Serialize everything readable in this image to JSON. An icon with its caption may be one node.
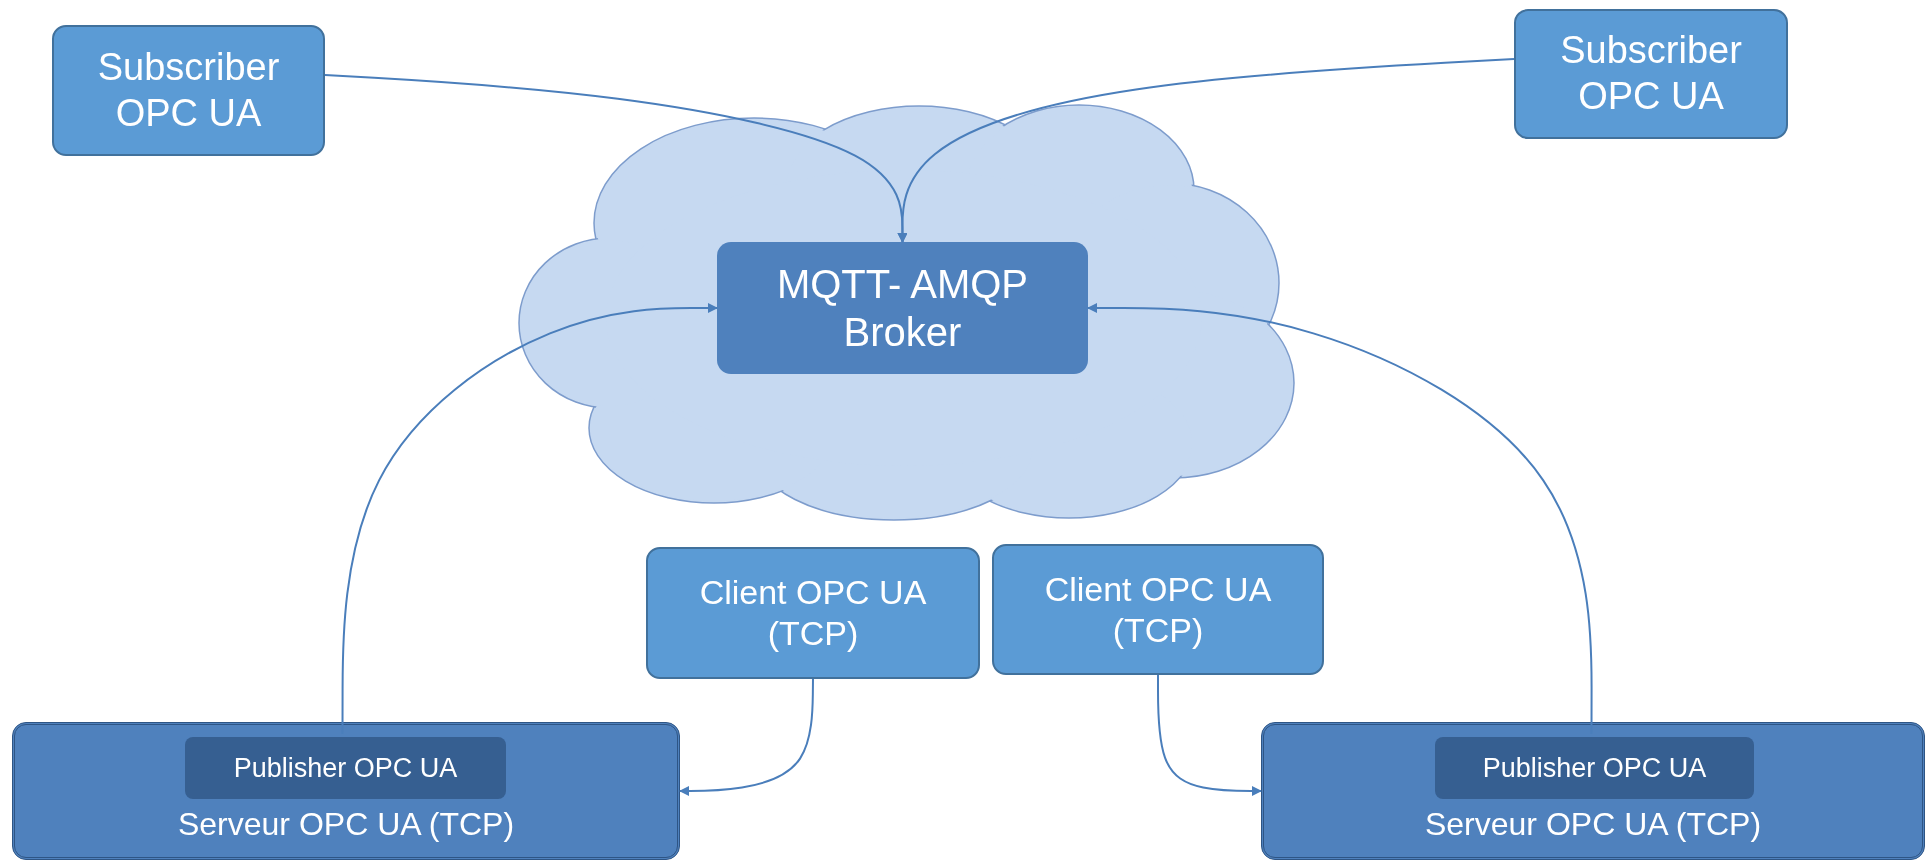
{
  "diagram": {
    "nodes": [
      {
        "text": [
          "Subscriber OPC UA"
        ]
      },
      {
        "text": [
          "Subscriber OPC UA"
        ]
      },
      {
        "text": [],
        "shape": "cloud"
      },
      {
        "text": [
          "MQTT- AMQP Broker"
        ],
        "in": 2
      },
      {
        "text": [
          "Client OPC UA (TCP)"
        ]
      },
      {
        "text": [
          "Client OPC UA (TCP)"
        ]
      },
      {
        "text": [
          "Serveur OPC UA (TCP)"
        ]
      },
      {
        "text": [
          "Publisher OPC UA"
        ],
        "in": 6
      },
      {
        "text": [
          "Serveur OPC UA (TCP)"
        ]
      },
      {
        "text": [
          "Publisher OPC UA"
        ],
        "in": 8
      }
    ],
    "edges": [
      {
        "from": 0,
        "to": 3,
        "arrow": "to"
      },
      {
        "from": 1,
        "to": 3,
        "arrow": "to"
      },
      {
        "from": 7,
        "to": 3,
        "arrow": "to"
      },
      {
        "from": 9,
        "to": 3,
        "arrow": "to"
      },
      {
        "from": 4,
        "to": 6,
        "arrow": "to"
      },
      {
        "from": 5,
        "to": 8,
        "arrow": "to"
      }
    ]
  }
}
